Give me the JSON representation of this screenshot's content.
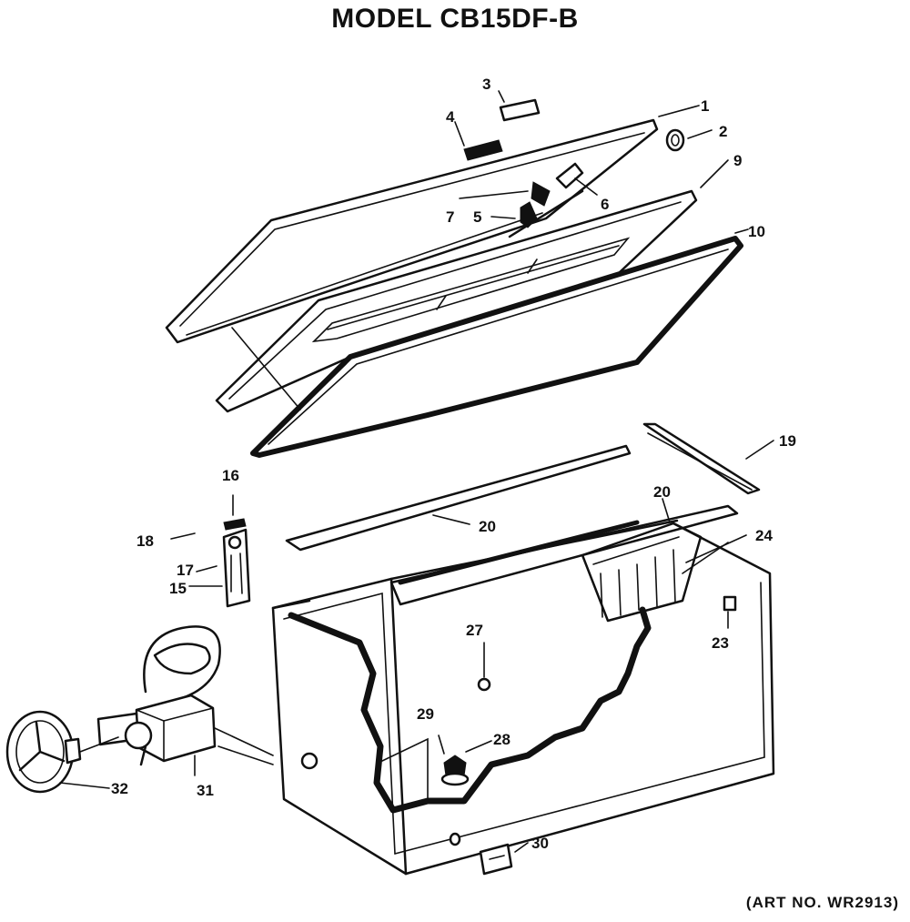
{
  "title": "MODEL CB15DF-B",
  "art_number": "(ART NO. WR2913)",
  "callouts": [
    {
      "id": "callout-1",
      "label": "1"
    },
    {
      "id": "callout-2",
      "label": "2"
    },
    {
      "id": "callout-3",
      "label": "3"
    },
    {
      "id": "callout-4",
      "label": "4"
    },
    {
      "id": "callout-5",
      "label": "5"
    },
    {
      "id": "callout-6",
      "label": "6"
    },
    {
      "id": "callout-7",
      "label": "7"
    },
    {
      "id": "callout-9",
      "label": "9"
    },
    {
      "id": "callout-10",
      "label": "10"
    },
    {
      "id": "callout-15",
      "label": "15"
    },
    {
      "id": "callout-16",
      "label": "16"
    },
    {
      "id": "callout-17",
      "label": "17"
    },
    {
      "id": "callout-18",
      "label": "18"
    },
    {
      "id": "callout-19",
      "label": "19"
    },
    {
      "id": "callout-20a",
      "label": "20"
    },
    {
      "id": "callout-20b",
      "label": "20"
    },
    {
      "id": "callout-23",
      "label": "23"
    },
    {
      "id": "callout-24",
      "label": "24"
    },
    {
      "id": "callout-27",
      "label": "27"
    },
    {
      "id": "callout-28",
      "label": "28"
    },
    {
      "id": "callout-29",
      "label": "29"
    },
    {
      "id": "callout-30",
      "label": "30"
    },
    {
      "id": "callout-31",
      "label": "31"
    },
    {
      "id": "callout-32",
      "label": "32"
    }
  ]
}
